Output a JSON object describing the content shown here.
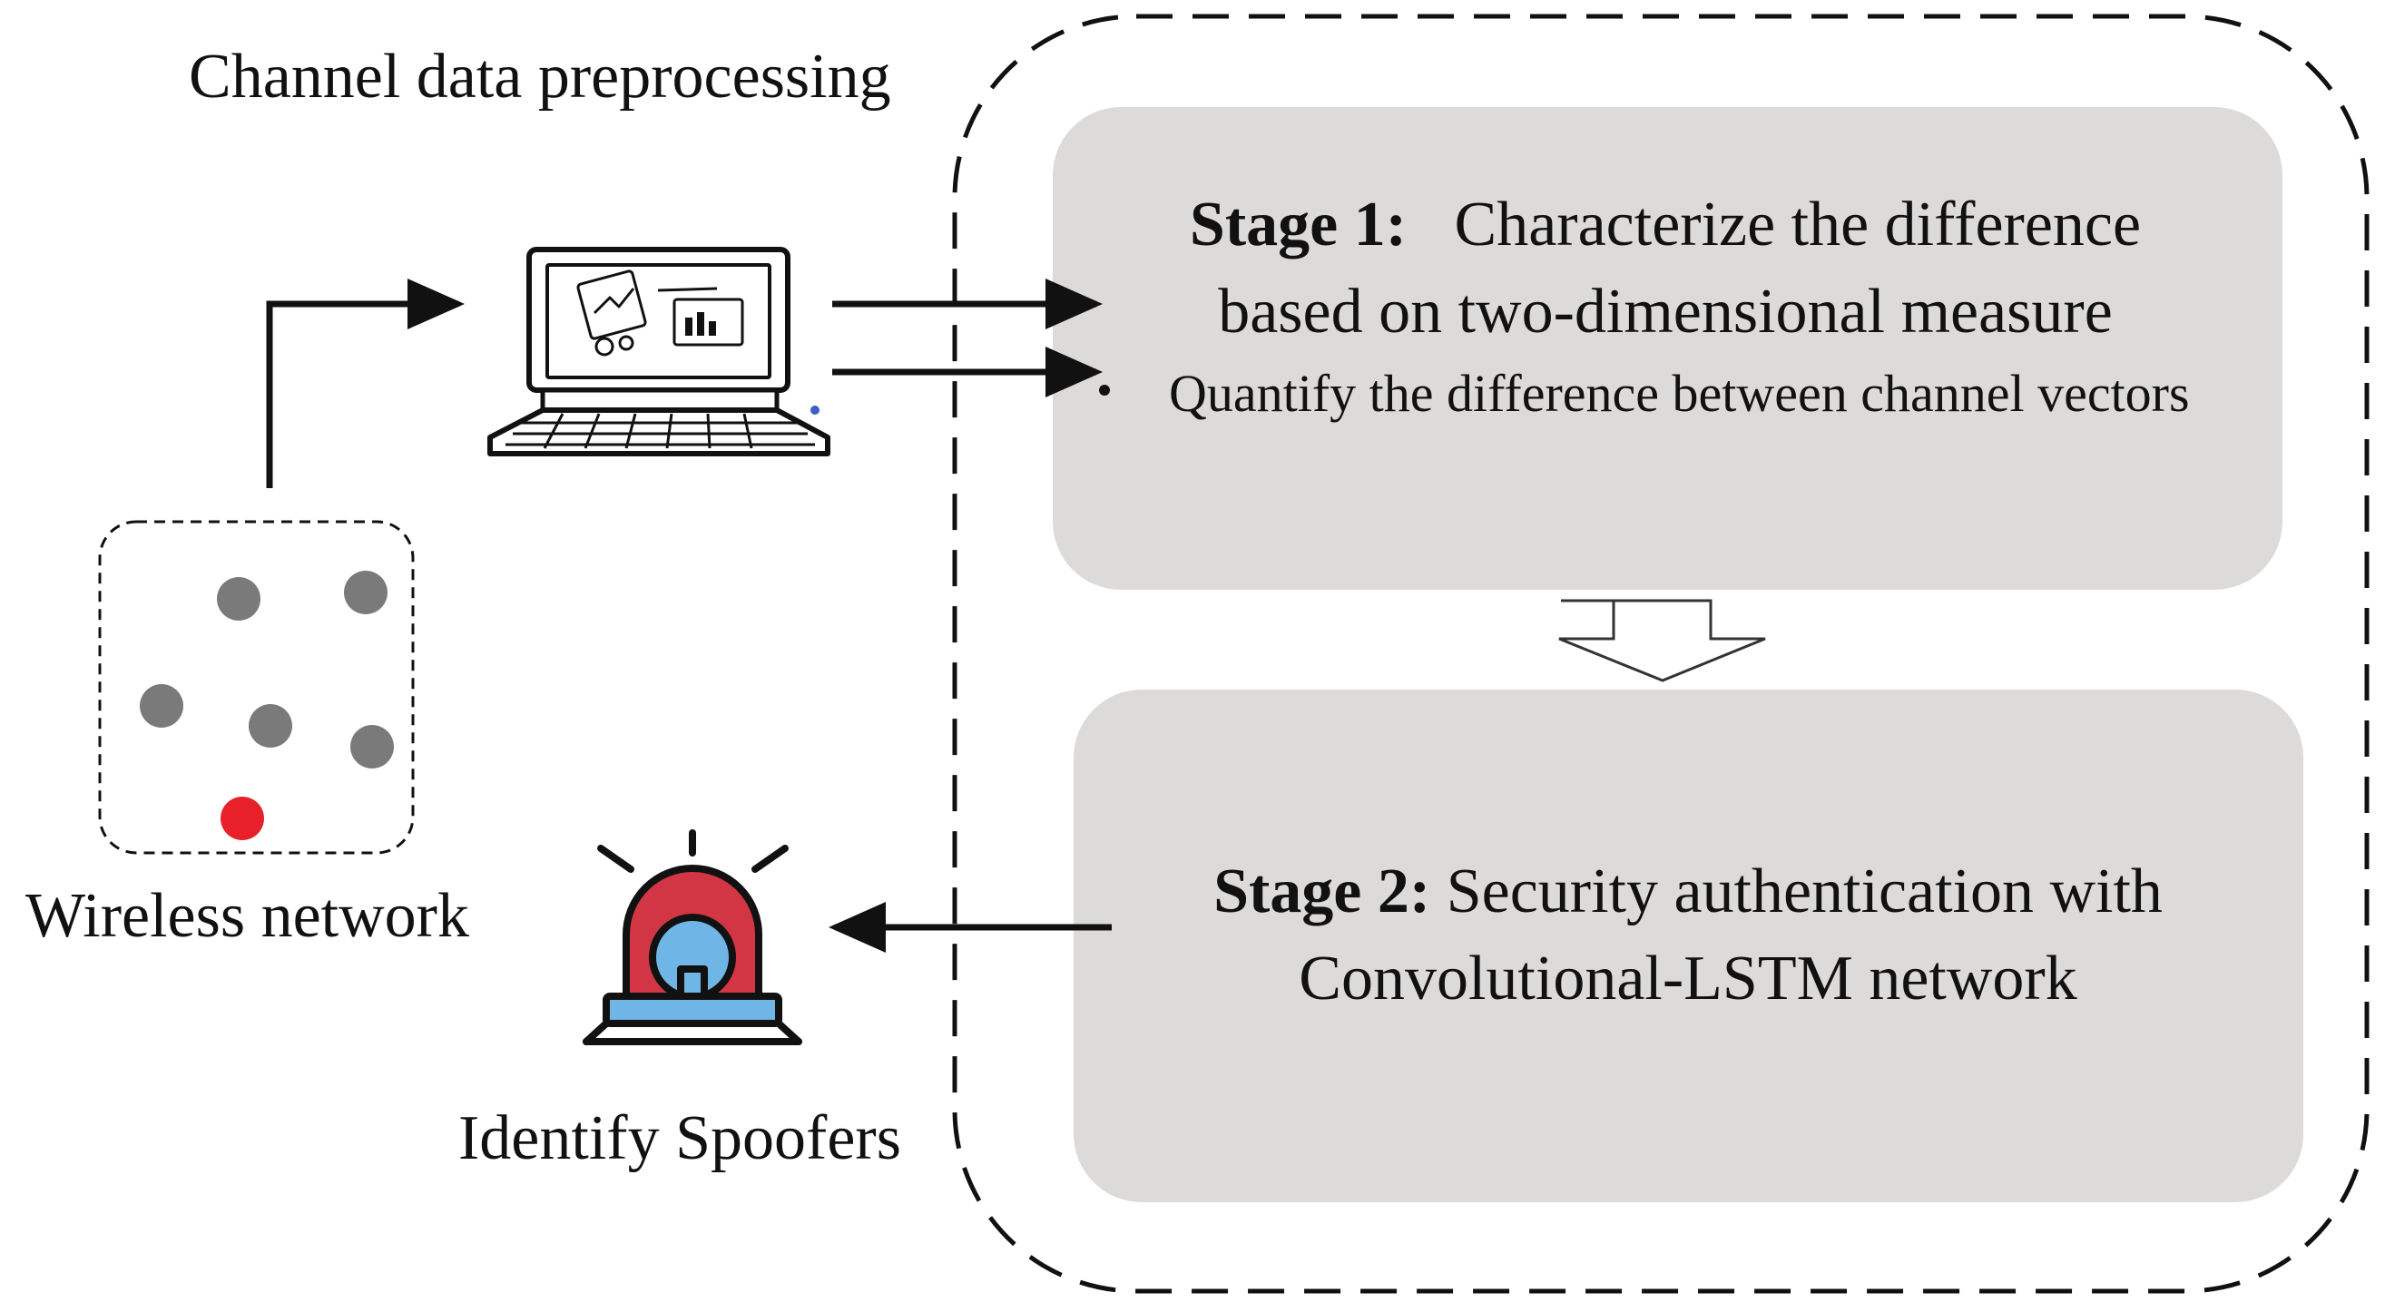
{
  "header": {
    "preprocessing_label": "Channel data preprocessing"
  },
  "network": {
    "label": "Wireless network",
    "node_color": "#7a7a7a",
    "spoofer_color": "#e8202a"
  },
  "stage1": {
    "title_bold": "Stage 1:",
    "title_rest": "Characterize the difference",
    "title_line2": "based on  two-dimensional measure",
    "description": "Quantify the difference between channel vectors"
  },
  "stage2": {
    "title_bold": "Stage 2:",
    "title_rest": "Security authentication with",
    "title_line2": "Convolutional-LSTM network"
  },
  "output": {
    "label": "Identify Spoofers"
  },
  "colors": {
    "stage_box": "#dcdbd9",
    "alarm_red": "#d23644",
    "alarm_blue": "#6fb6e6",
    "arrow": "#111111"
  },
  "icons": {
    "computer": "laptop-icon",
    "alarm": "siren-icon",
    "flow": "down-arrow-icon"
  }
}
